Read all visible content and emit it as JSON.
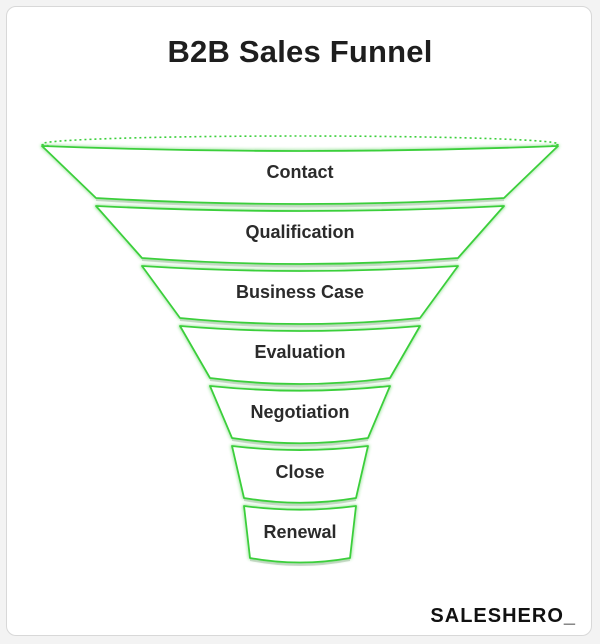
{
  "title": "B2B Sales Funnel",
  "stages": [
    {
      "label": "Contact"
    },
    {
      "label": "Qualification"
    },
    {
      "label": "Business Case"
    },
    {
      "label": "Evaluation"
    },
    {
      "label": "Negotiation"
    },
    {
      "label": "Close"
    },
    {
      "label": "Renewal"
    }
  ],
  "brand": "SALESHERO_",
  "colors": {
    "stroke": "#3bcf3b",
    "band_shadow": "#d9d9d9",
    "text": "#2b2b2b"
  }
}
